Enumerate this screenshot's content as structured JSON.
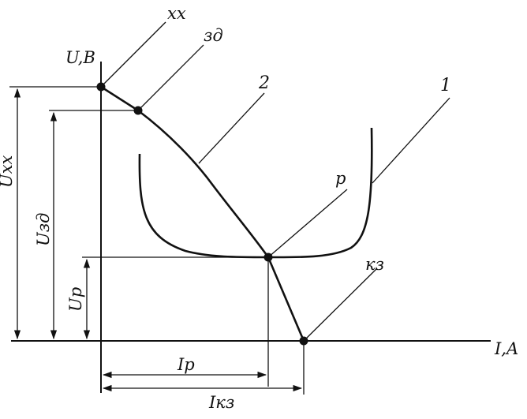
{
  "axes": {
    "y_label": "U,B",
    "x_label": "I,A"
  },
  "points": {
    "xx": "xx",
    "zd": "зд",
    "p": "p",
    "kz": "кз"
  },
  "curves": {
    "curve_1": "1",
    "curve_2": "2"
  },
  "voltages": {
    "uxx": "Uxx",
    "uzd": "Uзд",
    "up": "Up"
  },
  "currents": {
    "ip": "Ip",
    "ikz": "Iкз"
  },
  "colors": {
    "ink": "#111111",
    "background": "#ffffff"
  }
}
